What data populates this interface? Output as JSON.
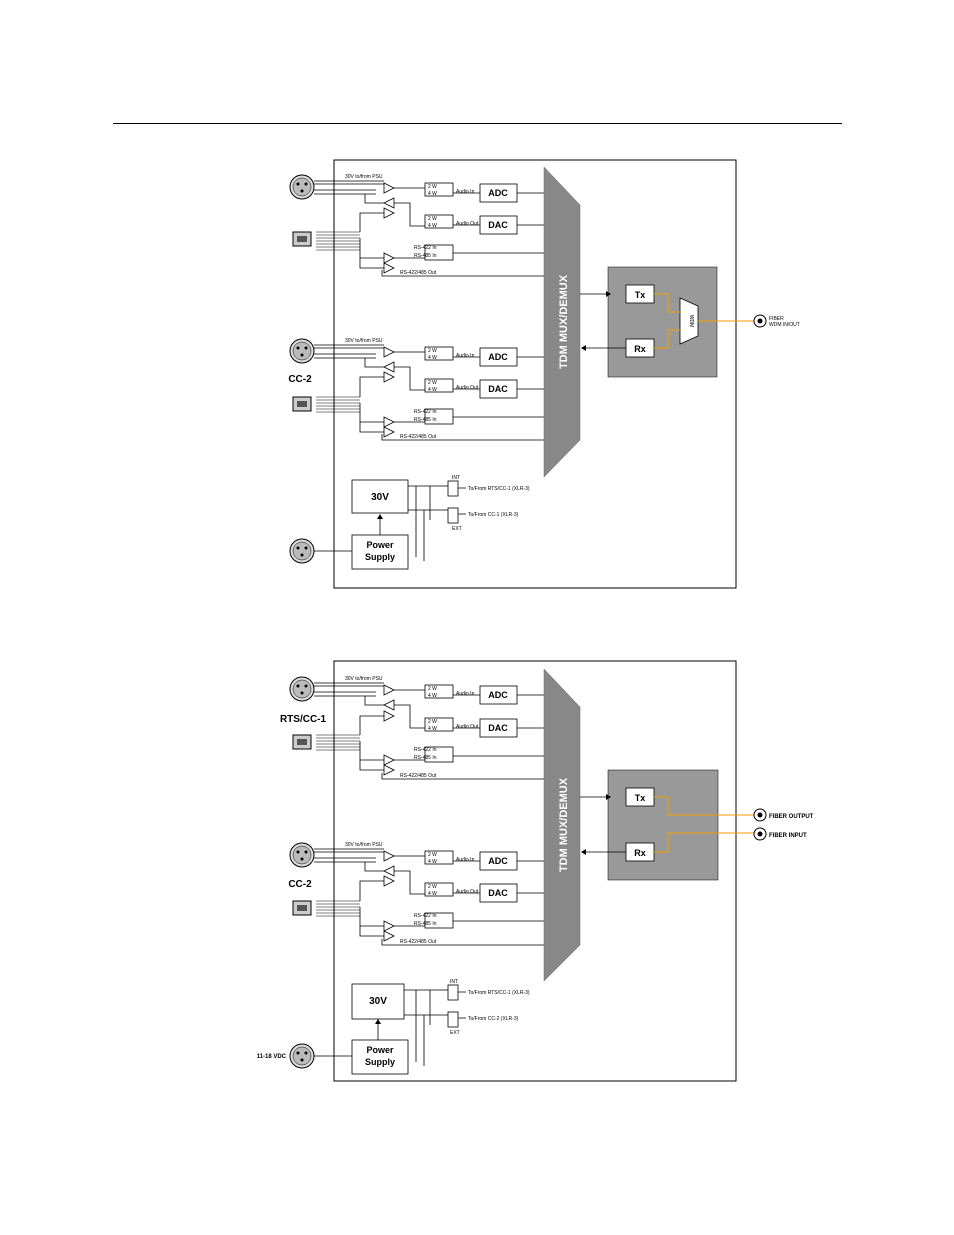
{
  "diagrams": [
    {
      "left_labels": [
        "",
        "CC-2",
        "",
        ""
      ],
      "psu_labels": [
        "30V to/from PSU",
        "30V to/from PSU"
      ],
      "gain_labels": [
        "2 W",
        "4 W"
      ],
      "audio_in": "Audio In",
      "audio_out": "Audio Out",
      "adc": "ADC",
      "dac": "DAC",
      "rs422_in": "RS-422 In",
      "rs485_in": "RS-485 In",
      "rs_out": "RS-422/485 Out",
      "mux": "TDM MUX/DEMUX",
      "tx": "Tx",
      "rx": "Rx",
      "wdm": "WDM",
      "fiber_labels": [
        "FIBER",
        "WDM IN/OUT"
      ],
      "v30": "30V",
      "power_supply": [
        "Power",
        "Supply"
      ],
      "int": "INT",
      "ext": "EXT",
      "to_from_1": "To/From RTS/CC-1 (XLR-3)",
      "to_from_2": "To/From CC-1 (XLR-3)",
      "dc_label": ""
    },
    {
      "left_labels": [
        "RTS/CC-1",
        "CC-2",
        "",
        "11-18 VDC"
      ],
      "psu_labels": [
        "30V to/from PSU",
        "30V to/from PSU"
      ],
      "gain_labels": [
        "2 W",
        "4 W"
      ],
      "audio_in": "Audio In",
      "audio_out": "Audio Out",
      "adc": "ADC",
      "dac": "DAC",
      "rs422_in": "RS-422 In",
      "rs485_in": "RS-485 In",
      "rs_out": "RS-422/485 Out",
      "mux": "TDM MUX/DEMUX",
      "tx": "Tx",
      "rx": "Rx",
      "fiber_output": "FIBER OUTPUT",
      "fiber_input": "FIBER INPUT",
      "v30": "30V",
      "power_supply": [
        "Power",
        "Supply"
      ],
      "int": "INT",
      "ext": "EXT",
      "to_from_1": "To/From RTS/CC-1 (XLR-3)",
      "to_from_2": "To/From CC-2 (XLR-3)",
      "dc_label": "11-18 VDC"
    }
  ],
  "colors": {
    "fiber": "#f0a000",
    "panel": "#999999",
    "mux": "#888888"
  }
}
